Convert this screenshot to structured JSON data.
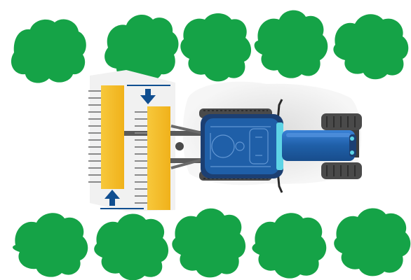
{
  "colors": {
    "tree_fill": "#15a347",
    "tree_shadow": "#e3e3e3",
    "tractor_body": "#1f5fa8",
    "tractor_dark": "#1c3f72",
    "tractor_hood": "#2d6fc0",
    "blade_yellow": "#f3b922",
    "arrow_blue": "#104e90",
    "steel_gray": "#5a5a5a",
    "tire_gray": "#4a4a4a",
    "glass_cyan": "#5ed4e6",
    "blade_tooth": "#8a8a8a"
  },
  "icons": {
    "trees": "tree-canopy-icon",
    "machine": "tractor-top-view-icon",
    "push_arrow": "arrow-down-icon",
    "pull_arrow": "arrow-up-icon"
  },
  "diagram": {
    "tree_rows": [
      "top-row",
      "bottom-row"
    ],
    "trees_per_row": 5,
    "implements": [
      {
        "name": "left-mower-blade",
        "movement": "up"
      },
      {
        "name": "right-mower-blade",
        "movement": "down"
      }
    ]
  }
}
